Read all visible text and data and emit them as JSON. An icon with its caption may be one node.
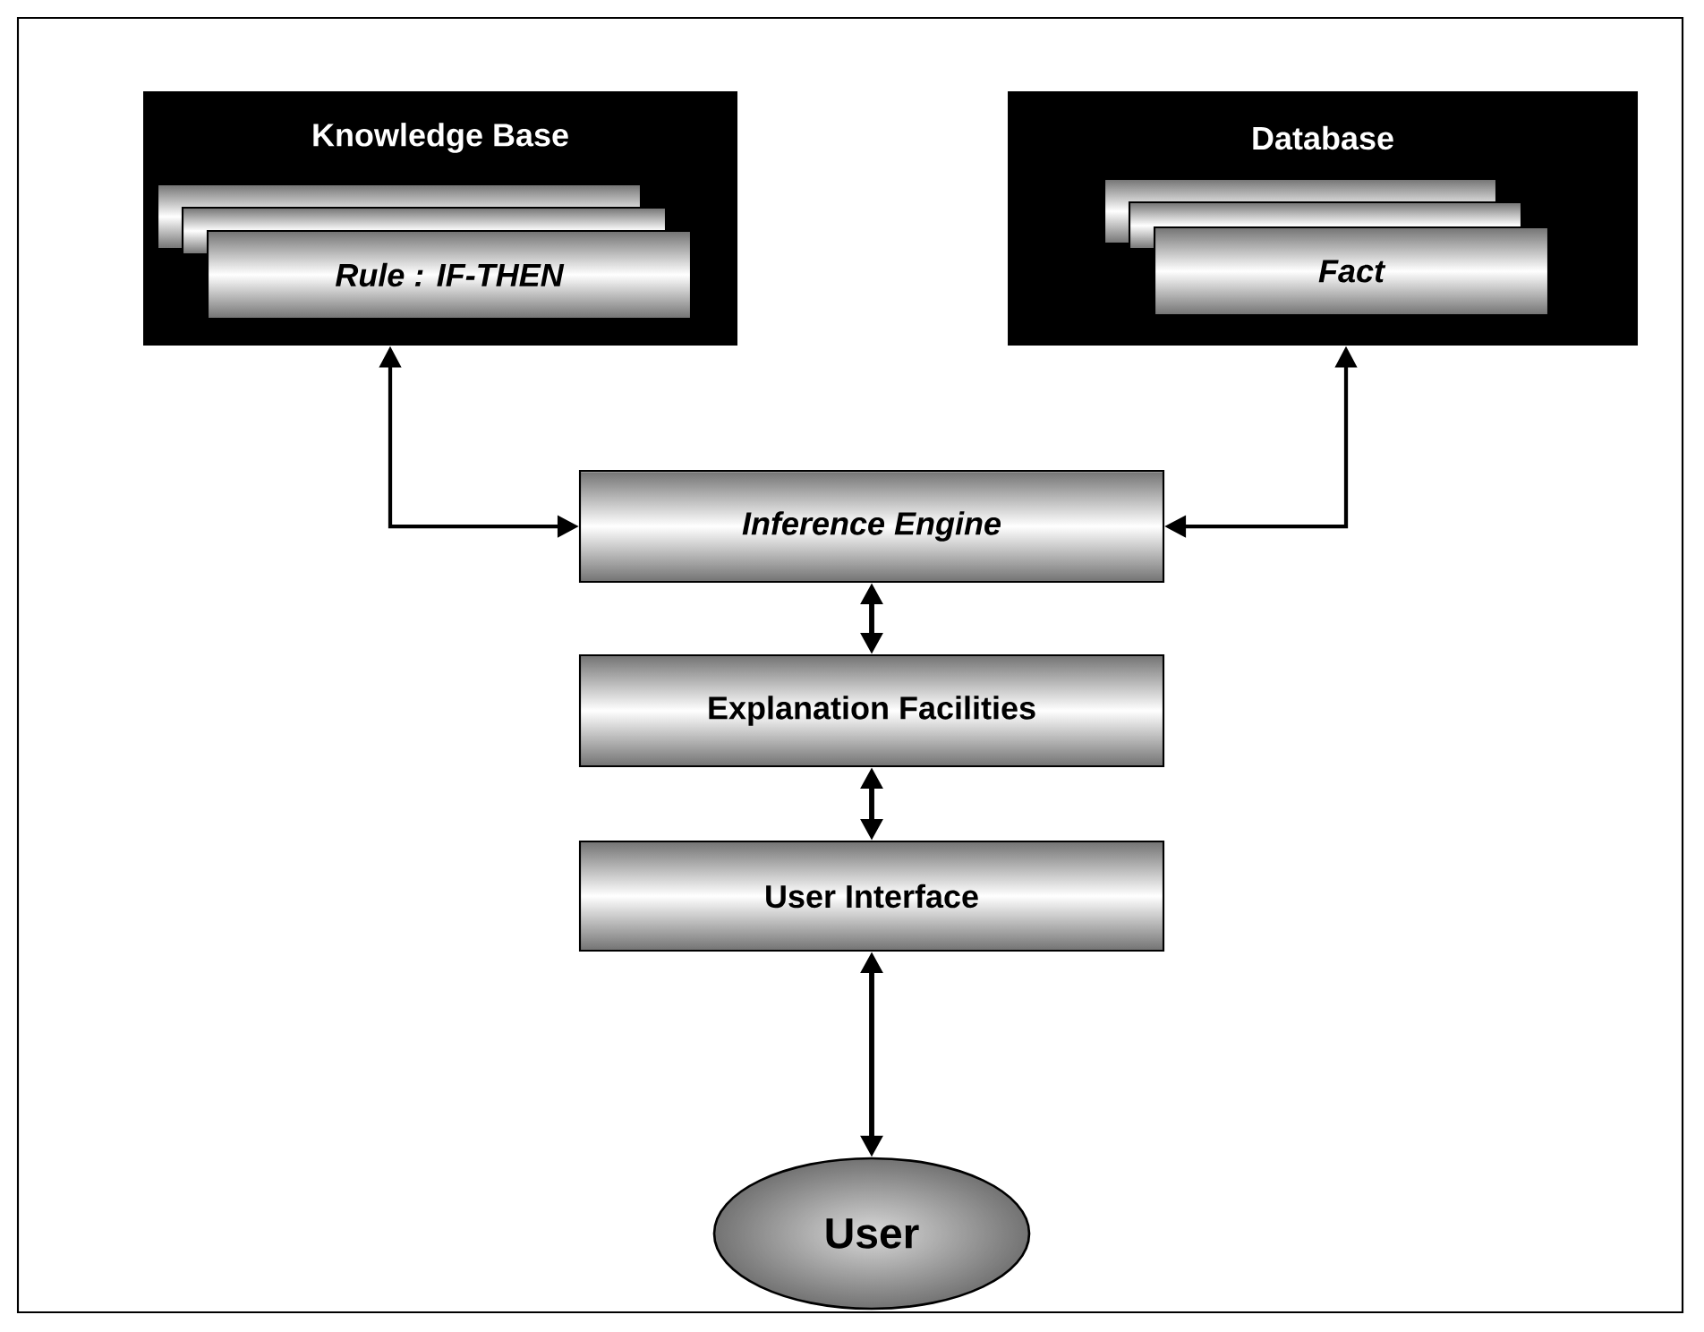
{
  "diagram": {
    "nodes": [
      {
        "text": [
          "Knowledge Base"
        ]
      },
      {
        "text": [],
        "shape": "box",
        "in": 0
      },
      {
        "text": [],
        "shape": "box",
        "in": 0
      },
      {
        "text": [
          "Rule : IF-THEN"
        ],
        "in": 0
      },
      {
        "text": [
          "Database"
        ]
      },
      {
        "text": [],
        "shape": "box",
        "in": 4
      },
      {
        "text": [],
        "shape": "box",
        "in": 4
      },
      {
        "text": [
          "Fact"
        ],
        "in": 4
      },
      {
        "text": [
          "Inference Engine"
        ]
      },
      {
        "text": [
          "Explanation Facilities"
        ]
      },
      {
        "text": [
          "User Interface"
        ]
      },
      {
        "text": [
          "User"
        ]
      }
    ],
    "edges": [
      {
        "from": 0,
        "to": 8,
        "arrow": "both"
      },
      {
        "from": 4,
        "to": 8,
        "arrow": "both"
      },
      {
        "from": 8,
        "to": 9,
        "arrow": "both"
      },
      {
        "from": 9,
        "to": 10,
        "arrow": "both"
      },
      {
        "from": 10,
        "to": 11,
        "arrow": "both"
      }
    ]
  }
}
